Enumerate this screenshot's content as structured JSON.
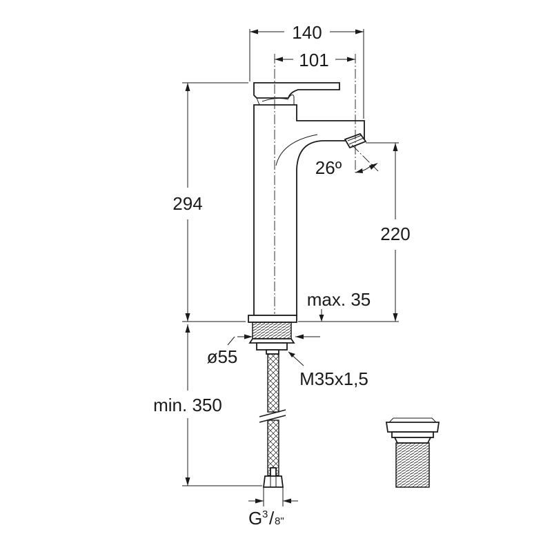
{
  "dimensions": {
    "overall_width": "140",
    "spout_reach": "101",
    "total_height": "294",
    "spout_height": "220",
    "spout_angle": "26º",
    "max_deck_thickness": "max. 35",
    "base_diameter": "ø55",
    "thread": "M35x1,5",
    "min_hose_length": "min. 350",
    "connection_main": "G",
    "connection_num": "3",
    "connection_den": "8\""
  }
}
